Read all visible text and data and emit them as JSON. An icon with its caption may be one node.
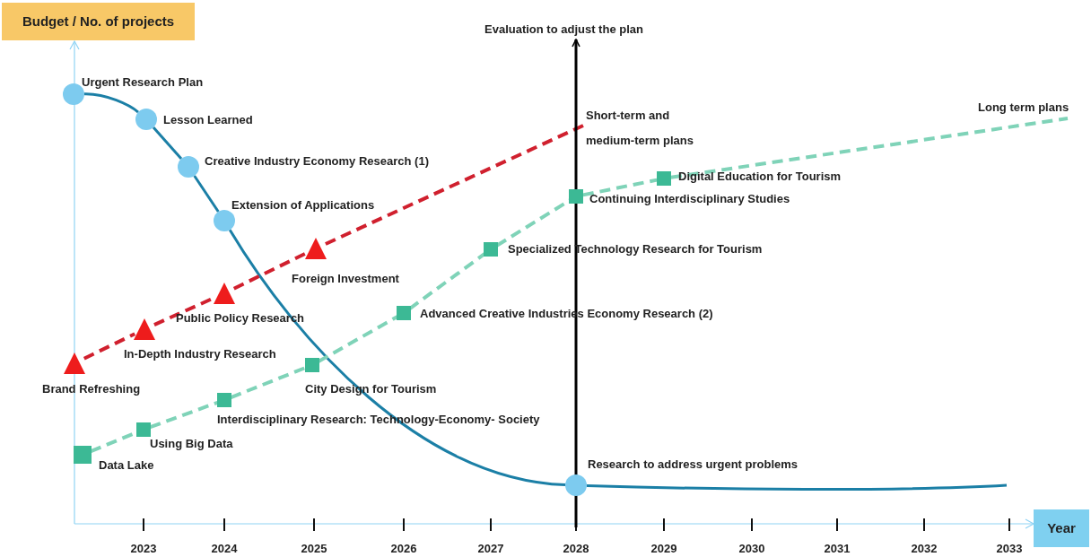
{
  "diagram": {
    "nodes": [
      {
        "text": [
          "Urgent Research Plan"
        ]
      },
      {
        "text": [
          "Lesson Learned"
        ]
      },
      {
        "text": [
          "Creative Industry Economy Research (1)"
        ]
      },
      {
        "text": [
          "Extension of Applications"
        ]
      },
      {
        "text": [
          "Research to address urgent problems"
        ]
      },
      {
        "text": [
          "Brand Refreshing"
        ]
      },
      {
        "text": [
          "In-Depth Industry Research"
        ]
      },
      {
        "text": [
          "Public Policy Research"
        ]
      },
      {
        "text": [
          "Foreign Investment"
        ]
      },
      {
        "text": [
          "Data Lake"
        ]
      },
      {
        "text": [
          "Using Big Data"
        ]
      },
      {
        "text": [
          "Interdisciplinary Research: Technology-Economy- Society"
        ]
      },
      {
        "text": [
          "City Design for Tourism"
        ]
      },
      {
        "text": [
          "Advanced Creative Industries Economy Research (2)"
        ]
      },
      {
        "text": [
          "Specialized Technology Research for Tourism"
        ]
      },
      {
        "text": [
          "Continuing Interdisciplinary Studies"
        ]
      },
      {
        "text": [
          "Digital Education for Tourism"
        ]
      },
      {
        "text": [
          "Short-term and medium-term plans"
        ]
      },
      {
        "text": [
          "Long term plans"
        ]
      },
      {
        "text": [
          "Evaluation to adjust the plan"
        ]
      }
    ],
    "edges": [
      {
        "from": 0,
        "to": 1,
        "arrow": "none",
        "color": "#1b7fa6"
      },
      {
        "from": 1,
        "to": 2,
        "arrow": "none",
        "color": "#1b7fa6"
      },
      {
        "from": 2,
        "to": 3,
        "arrow": "none",
        "color": "#1b7fa6"
      },
      {
        "from": 3,
        "to": 4,
        "arrow": "none",
        "color": "#1b7fa6"
      },
      {
        "from": 4,
        "to": null,
        "arrow": "none",
        "color": "#1b7fa6"
      },
      {
        "from": 5,
        "to": 6,
        "arrow": "none",
        "style": "dashed",
        "color": "#d0202e"
      },
      {
        "from": 6,
        "to": 7,
        "arrow": "none",
        "style": "dashed",
        "color": "#d0202e"
      },
      {
        "from": 7,
        "to": 8,
        "arrow": "none",
        "style": "dashed",
        "color": "#d0202e"
      },
      {
        "from": 8,
        "to": 17,
        "arrow": "none",
        "style": "dashed",
        "color": "#d0202e"
      },
      {
        "from": 9,
        "to": 10,
        "arrow": "none",
        "style": "dashed",
        "color": "#7fd3b8"
      },
      {
        "from": 10,
        "to": 11,
        "arrow": "none",
        "style": "dashed",
        "color": "#7fd3b8"
      },
      {
        "from": 11,
        "to": 12,
        "arrow": "none",
        "style": "dashed",
        "color": "#7fd3b8"
      },
      {
        "from": 12,
        "to": 13,
        "arrow": "none",
        "style": "dashed",
        "color": "#7fd3b8"
      },
      {
        "from": 13,
        "to": 14,
        "arrow": "none",
        "style": "dashed",
        "color": "#7fd3b8"
      },
      {
        "from": 14,
        "to": 15,
        "arrow": "none",
        "style": "dashed",
        "color": "#7fd3b8"
      },
      {
        "from": 15,
        "to": 16,
        "arrow": "none",
        "style": "dashed",
        "color": "#7fd3b8"
      },
      {
        "from": 16,
        "to": 18,
        "arrow": "none",
        "style": "dashed",
        "color": "#7fd3b8"
      },
      {
        "from": null,
        "to": 19,
        "arrow": "to",
        "color": "#000000"
      }
    ],
    "labels": [
      "Budget / No. of projects",
      "Year",
      "2023",
      "2024",
      "2025",
      "2026",
      "2027",
      "2028",
      "2029",
      "2030",
      "2031",
      "2032",
      "2033"
    ]
  }
}
